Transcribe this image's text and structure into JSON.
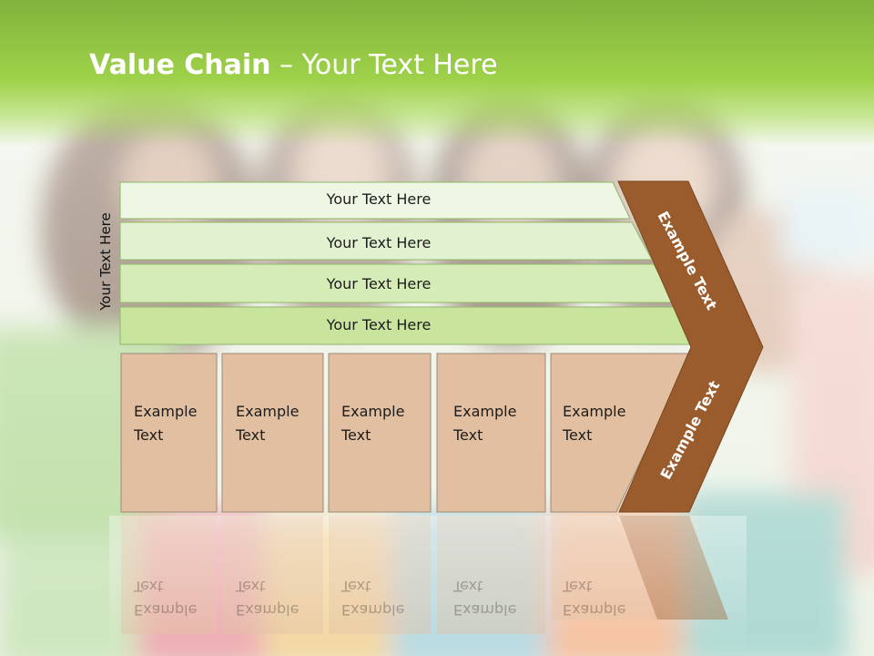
{
  "title": {
    "bold": "Value Chain",
    "rest": " – Your Text Here"
  },
  "side_label": "Your Text Here",
  "rows": [
    "Your Text Here",
    "Your Text Here",
    "Your Text Here",
    "Your Text Here"
  ],
  "boxes": [
    "Example\nText",
    "Example\nText",
    "Example\nText",
    "Example\nText",
    "Example\nText"
  ],
  "chevron_top": "Example Text",
  "chevron_bottom": "Example Text",
  "colors": {
    "header_green": "#8fc442",
    "row_fills": [
      "#eef6e4",
      "#e2f1cf",
      "#d6ecb6",
      "#c9e59d"
    ],
    "box_fill": "#e2bfa0",
    "chevron_fill": "#9a5c2c"
  }
}
